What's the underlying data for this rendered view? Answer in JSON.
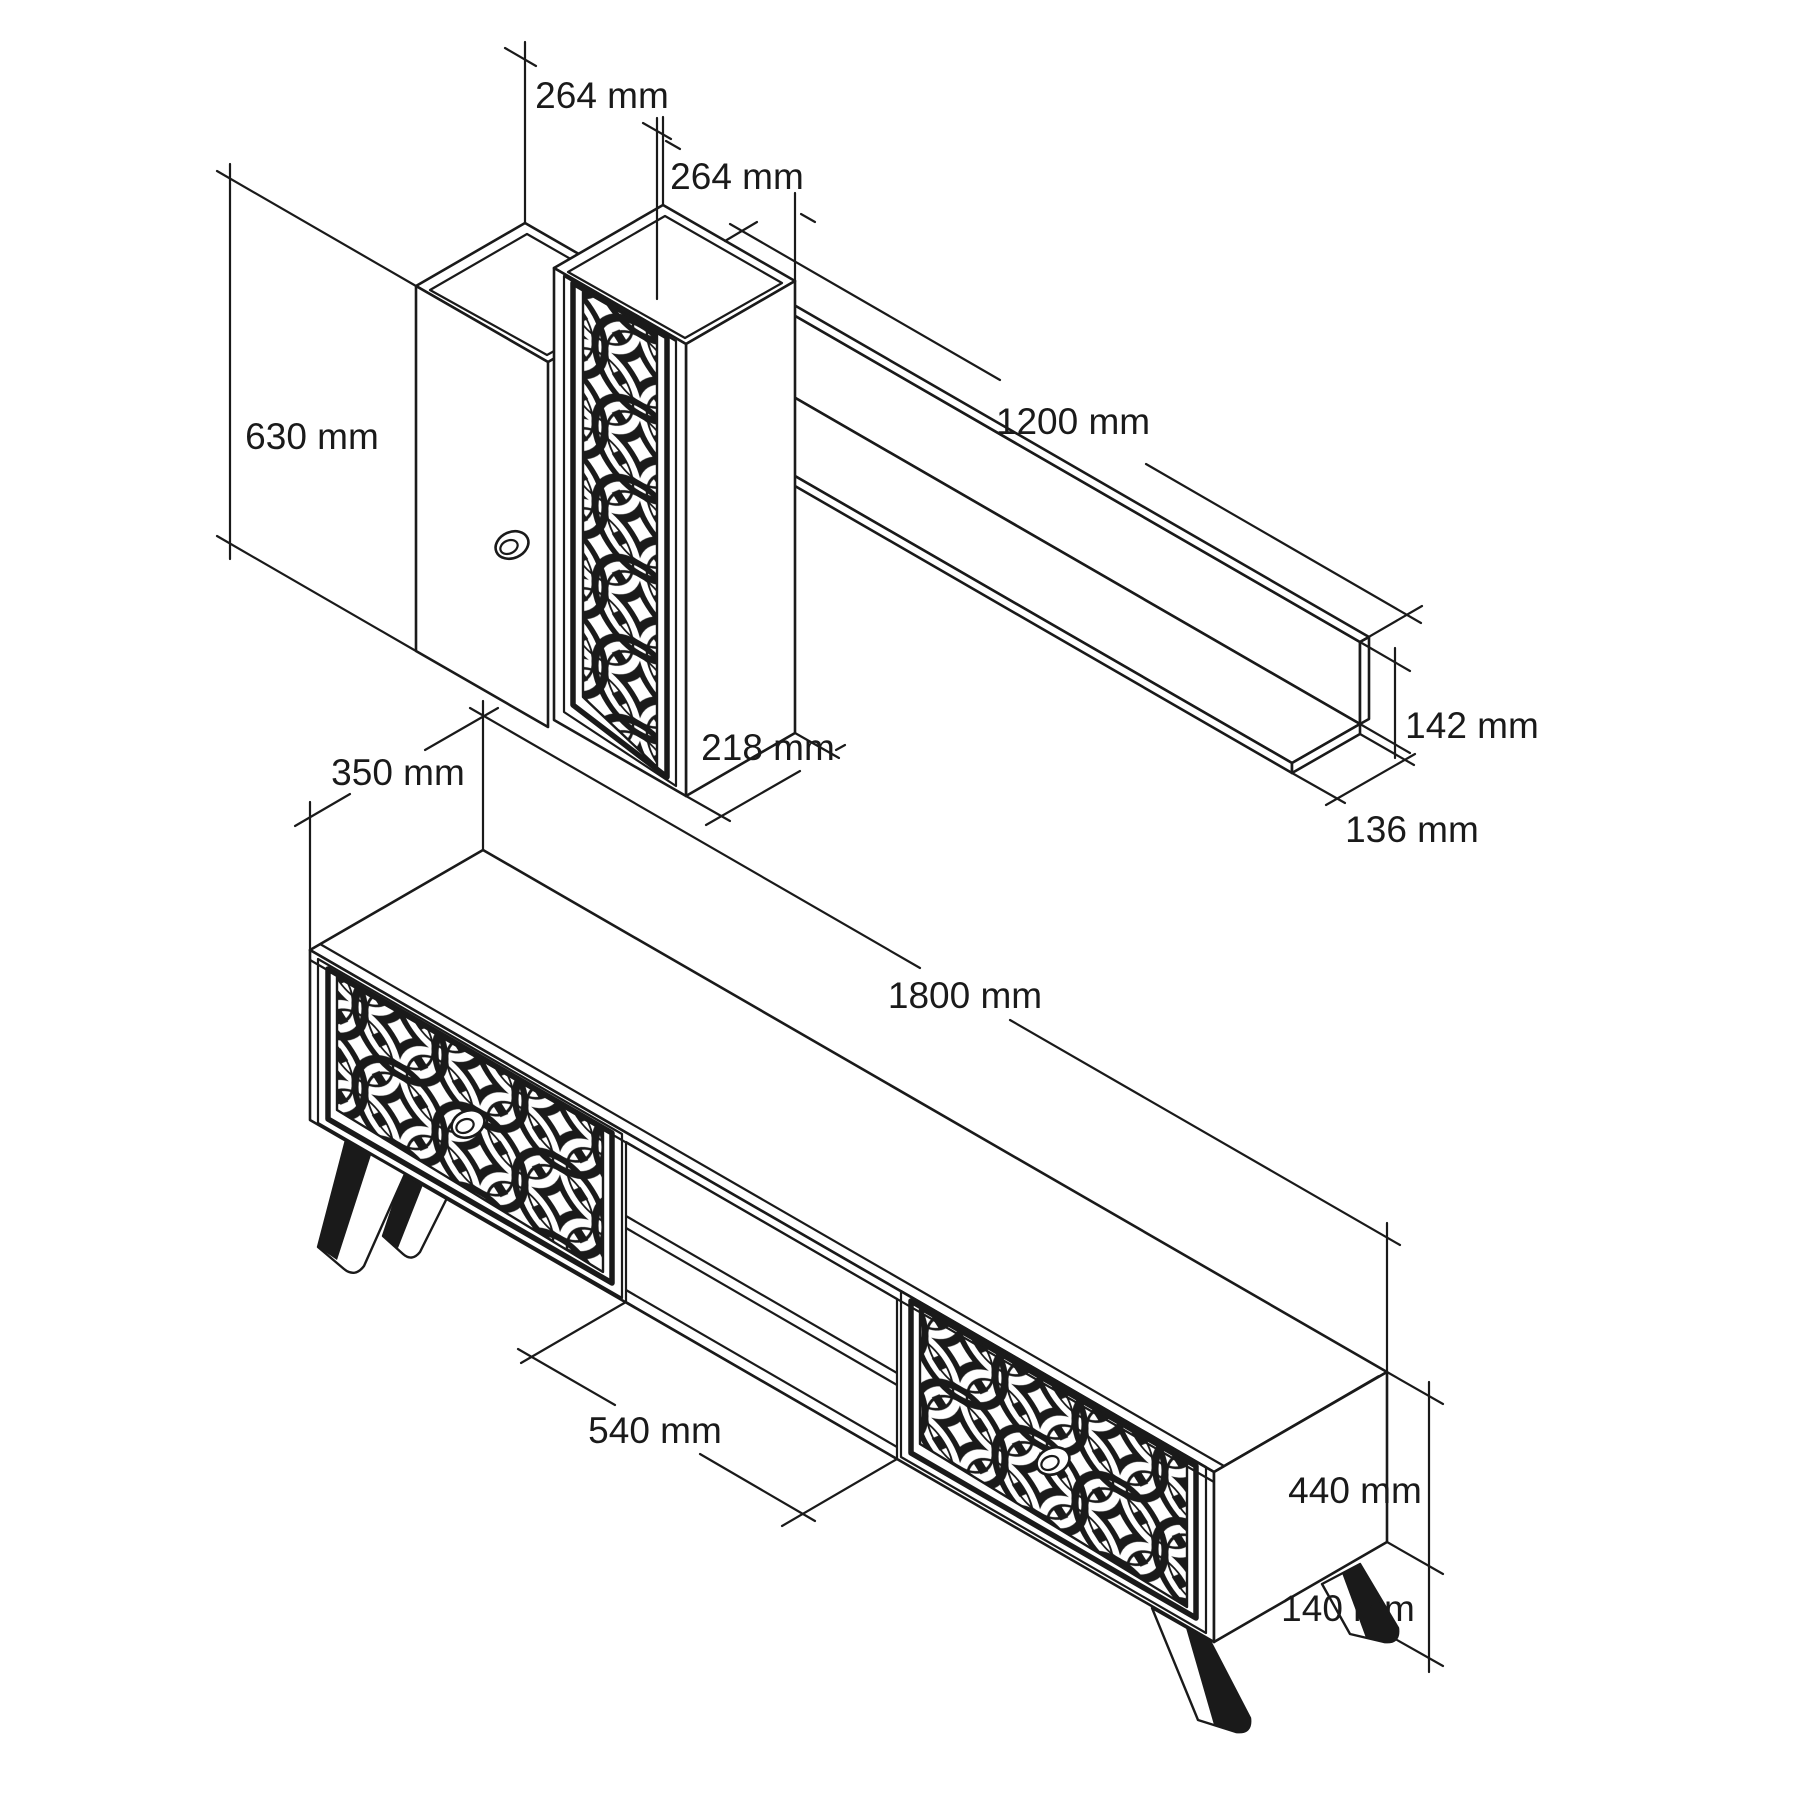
{
  "drawing": {
    "kind": "furniture-technical-drawing",
    "unit": "mm",
    "parts": {
      "wall_cabinet_left": "wall cabinet",
      "wall_cabinet_right": "wall cabinet with decorative door",
      "wall_shelf": "wall shelf",
      "tv_stand": "tv stand with two decorative doors"
    },
    "labels": {
      "cab_left_width": "264 mm",
      "cab_right_width": "264 mm",
      "cab_height": "630 mm",
      "cab_depth": "218 mm",
      "shelf_length": "1200 mm",
      "shelf_back_height": "142 mm",
      "shelf_depth": "136 mm",
      "tv_depth": "350 mm",
      "tv_length": "1800 mm",
      "tv_niche_width": "540 mm",
      "tv_total_height": "440 mm",
      "tv_leg_height": "140 mm"
    }
  }
}
